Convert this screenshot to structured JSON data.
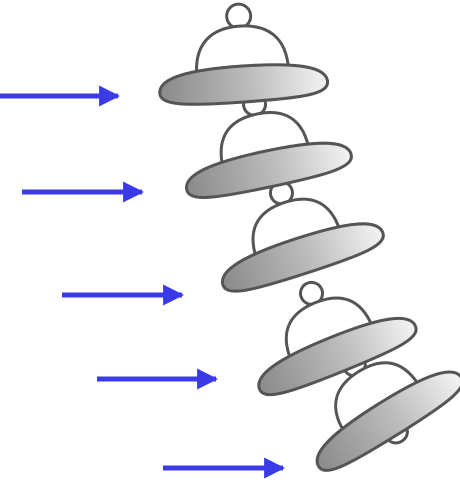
{
  "diagram": {
    "description_items": [
      "arrow",
      "arrow",
      "arrow",
      "arrow",
      "arrow",
      "insulator-disc",
      "insulator-disc",
      "insulator-disc",
      "insulator-disc",
      "insulator-disc"
    ],
    "colors": {
      "arrow": "#3a3ae6",
      "outline": "#555555",
      "cap_fill": "#ffffff",
      "disc_light": "#f4f4f4",
      "disc_dark": "#8a8a8a"
    },
    "icons": {
      "arrow": "right-arrow-icon",
      "disc": "suspension-insulator-disc-icon"
    },
    "arrow_count": 5,
    "disc_count": 5
  }
}
